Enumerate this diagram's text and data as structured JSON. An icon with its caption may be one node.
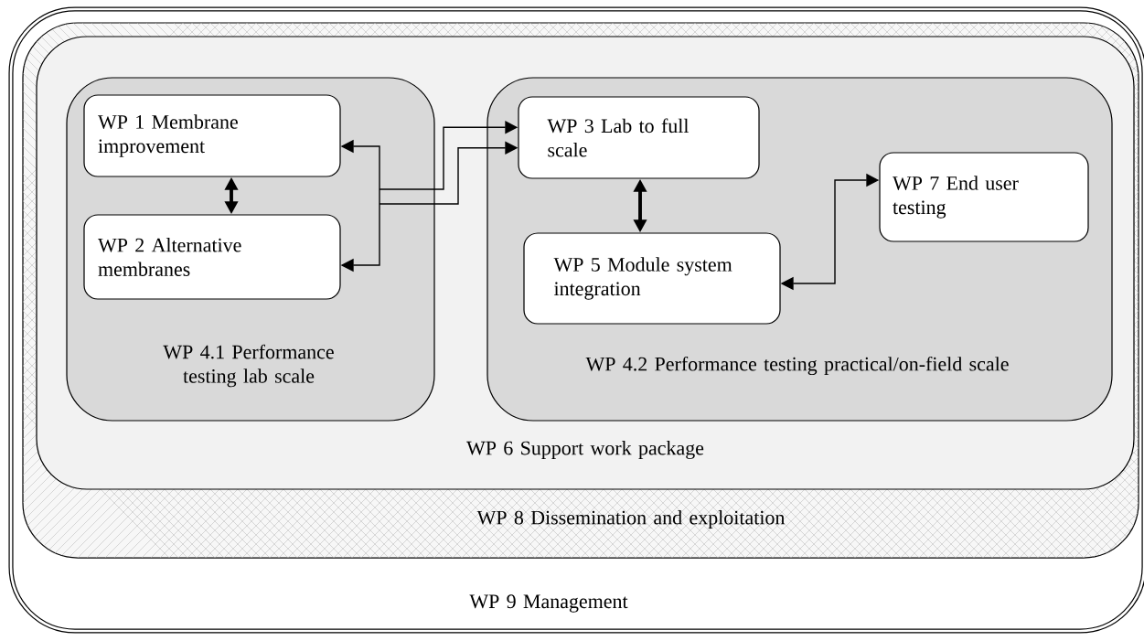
{
  "diagram": {
    "nodes": [
      {
        "text": [
          "WP 9 Management"
        ]
      },
      {
        "text": [
          "WP 8 Dissemination and exploitation"
        ],
        "in": 0
      },
      {
        "text": [
          "WP 6 Support work package"
        ],
        "in": 1
      },
      {
        "text": [
          "WP 4.1 Performance testing lab scale"
        ],
        "in": 2
      },
      {
        "text": [
          "WP 1 Membrane improvement"
        ],
        "in": 3
      },
      {
        "text": [
          "WP 2 Alternative membranes"
        ],
        "in": 3
      },
      {
        "text": [
          "WP 4.2 Performance testing practical/on-field scale"
        ],
        "in": 2
      },
      {
        "text": [
          "WP 3 Lab to full scale"
        ],
        "in": 6
      },
      {
        "text": [
          "WP 5 Module system integration"
        ],
        "in": 6
      },
      {
        "text": [
          "WP 7 End user testing"
        ],
        "in": 6
      }
    ],
    "edges": [
      {
        "from": 4,
        "to": 5,
        "arrow": "both",
        "style": "thick"
      },
      {
        "from": 4,
        "to": 7,
        "arrow": "both"
      },
      {
        "from": 5,
        "to": 7,
        "arrow": "both"
      },
      {
        "from": 7,
        "to": 8,
        "arrow": "both",
        "style": "thick"
      },
      {
        "from": 8,
        "to": 9,
        "arrow": "both"
      }
    ]
  }
}
